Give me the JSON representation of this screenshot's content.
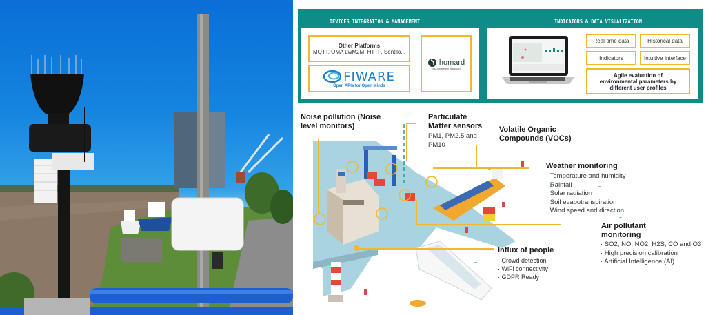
{
  "photo": {
    "description": "Port riverside sensor installation: weather station with rain gauge and radiation shield on left pole, white IoT sensor box on right pole, tugboats docked on river, cranes in background, blue railing in foreground"
  },
  "devices_section": {
    "title": "DEVICES INTEGRATION & MANAGEMENT",
    "other_platforms": {
      "title": "Other Platforms",
      "protocols": "MQTT, OMA LwM2M, HTTP, Sentilo..."
    },
    "fiware": {
      "name": "FIWARE",
      "tagline": "Open APIs for Open Minds"
    },
    "homard": {
      "name": "homard",
      "tagline": "OMA lightweight dashboard"
    }
  },
  "indicators_section": {
    "title": "INDICATORS & DATA VISUALIZATION",
    "features": [
      {
        "label": "Real-time data"
      },
      {
        "label": "Historical data"
      },
      {
        "label": "Indicators"
      },
      {
        "label": "Intuitive Interface"
      }
    ],
    "summary": "Agile evaluation of environmental parameters by different user profiles"
  },
  "port_diagram": {
    "callouts": {
      "noise": {
        "title": "Noise pollution (Noise level monitors)"
      },
      "particulate": {
        "title": "Particulate Matter sensors",
        "items": [
          "PM1, PM2.5 and PM10"
        ]
      },
      "voc": {
        "title": "Volatile Organic Compounds (VOCs)"
      },
      "weather": {
        "title": "Weather monitoring",
        "items": [
          "· Temperature and humidity",
          "· Rainfall",
          "· Solar radiation",
          "· Soil evapotranspiration",
          "· Wind speed and direction"
        ]
      },
      "air": {
        "title": "Air pollutant monitoring",
        "items": [
          "· SO2, NO, NO2, H2S, CO and O3",
          "· High precision calibration",
          "· Artificial Intelligence (AI)"
        ]
      },
      "people": {
        "title": "Influx of people",
        "items": [
          "· Crowd detection",
          "· WiFi connectivity",
          "· GDPR Ready"
        ]
      }
    }
  },
  "colors": {
    "teal": "#0f8c88",
    "orange": "#f4b52f",
    "sky_blue": "#1584e0",
    "water": "#a9d3df"
  }
}
